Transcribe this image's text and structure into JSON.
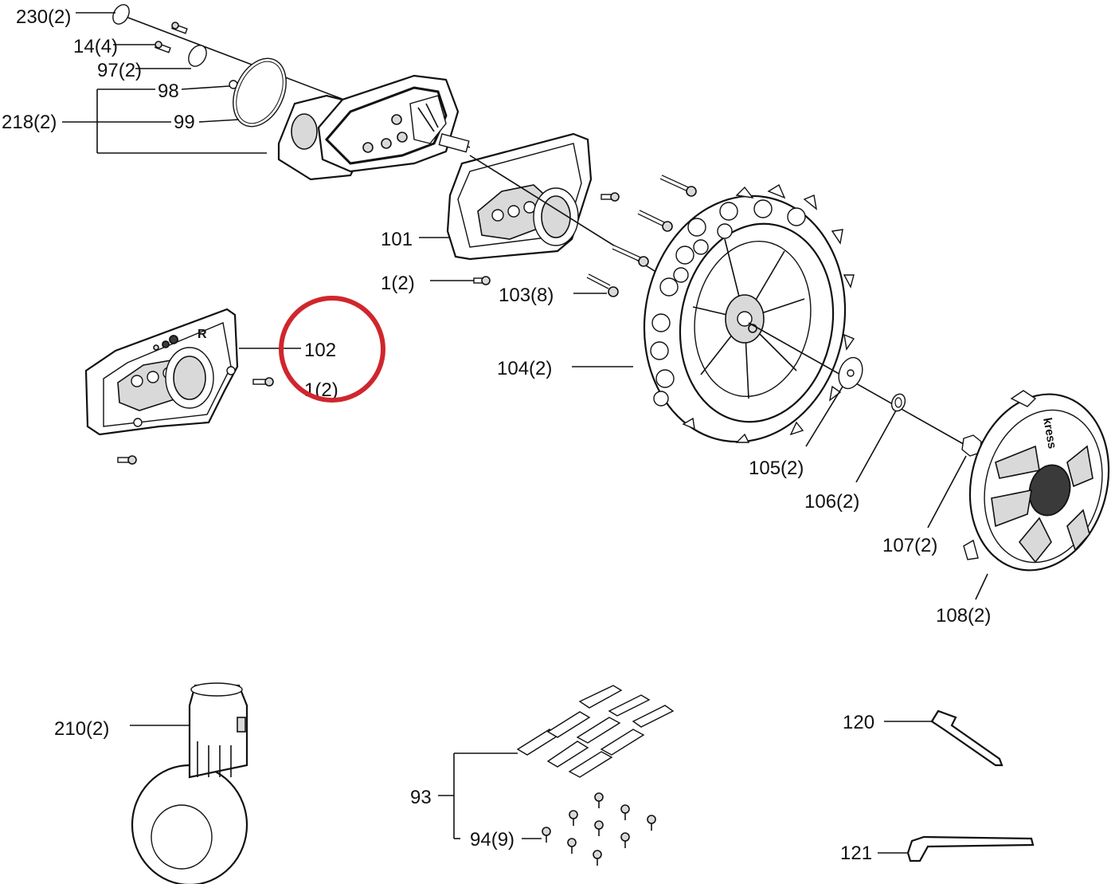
{
  "labels": {
    "l230": "230(2)",
    "l14": "14(4)",
    "l97": "97(2)",
    "l98": "98",
    "l218": "218(2)",
    "l99": "99",
    "l101": "101",
    "l1a": "1(2)",
    "l103": "103(8)",
    "l102": "102",
    "l1b": "1(2)",
    "l104": "104(2)",
    "l105": "105(2)",
    "l106": "106(2)",
    "l107": "107(2)",
    "l108": "108(2)",
    "l210": "210(2)",
    "l93": "93",
    "l94": "94(9)",
    "l120": "120",
    "l121": "121"
  },
  "decals": {
    "gear_letter": "R",
    "hubcap_brand": "kress"
  },
  "highlight": {
    "target_label": "102",
    "color": "#d0262d"
  }
}
